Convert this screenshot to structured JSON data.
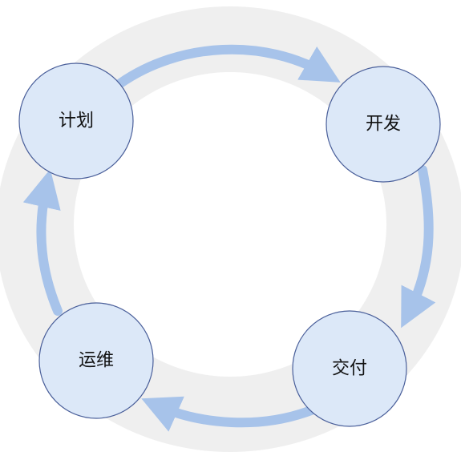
{
  "diagram": {
    "type": "cycle",
    "colors": {
      "ring": "#efefef",
      "node_fill": "#dce8f8",
      "node_stroke": "#4a5f9a",
      "arrow": "#a7c3ea",
      "text": "#111111"
    },
    "nodes": [
      {
        "id": "plan",
        "label": "计划"
      },
      {
        "id": "develop",
        "label": "开发"
      },
      {
        "id": "deliver",
        "label": "交付"
      },
      {
        "id": "operate",
        "label": "运维"
      }
    ],
    "edges": [
      {
        "from": "plan",
        "to": "develop"
      },
      {
        "from": "develop",
        "to": "deliver"
      },
      {
        "from": "deliver",
        "to": "operate"
      },
      {
        "from": "operate",
        "to": "plan"
      }
    ]
  }
}
